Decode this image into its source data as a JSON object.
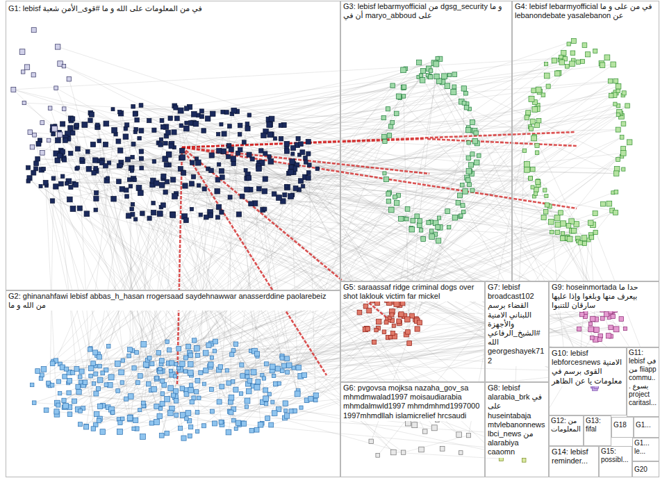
{
  "diagram": {
    "nodes": [
      {
        "text": [
          "G1: lebisf في من المعلومات على الله و ما #قوى_الأمن شعبة"
        ]
      },
      {
        "text": [
          "G3: lebisf lebarmyofficial من dgsg_security و ما أن في maryo_abboud على"
        ]
      },
      {
        "text": [
          "G4: lebisf lebarmyofficial في من على و ما lebanondebate yasalebanon عن"
        ]
      },
      {
        "text": [
          "G2: ghinanahfawi lebisf abbas_h_hasan rrogersaad saydehnawwar anasserddine paolarebeiz من الله و ما"
        ]
      },
      {
        "text": [
          "G5: saraassaf ridge criminal dogs over shot laklouk victim far mickel"
        ]
      },
      {
        "text": [
          "G7: lebisf broadcast102 القضاء برسم اللبناني الامنية والأجهزة #الشيخ_الرفاعي الله georgeshayek712"
        ]
      },
      {
        "text": [
          "G9: hoseinmortada حدا ما بيعرف منها وبلغوا وإذا عليها سارقان للتنبوا"
        ]
      },
      {
        "text": [
          "G10: lebisf lebforcesnews الامنية القوى برسم في معلومات يا عن الظاهر"
        ]
      },
      {
        "text": [
          "G11: lebisf في من fiiapp commu... يسوع project caritasl..."
        ]
      },
      {
        "text": [
          "G6: pvgovsa mojksa nazaha_gov_sa mhmdmwalad1997 moisaudiarabia mhmdalmwld1997 mhmdmhmd1997000 1997mhmdllah islamicrelief hrcsaudi"
        ]
      },
      {
        "text": [
          "G8: lebisf alarabia_brk في على huseintabaja mtvlebanonnews lbci_news من alarabiya caaomn"
        ]
      },
      {
        "text": [
          "G12: من المعلومات"
        ]
      },
      {
        "text": [
          "G13: fifal"
        ]
      },
      {
        "text": [
          "G18"
        ]
      },
      {
        "text": [
          "G1..."
        ]
      },
      {
        "text": [
          "G14: lebisf reminder..."
        ]
      },
      {
        "text": [
          "G15: possibl..."
        ]
      },
      {
        "text": [
          "G1... le..."
        ]
      },
      {
        "text": [
          "G20"
        ]
      }
    ]
  }
}
